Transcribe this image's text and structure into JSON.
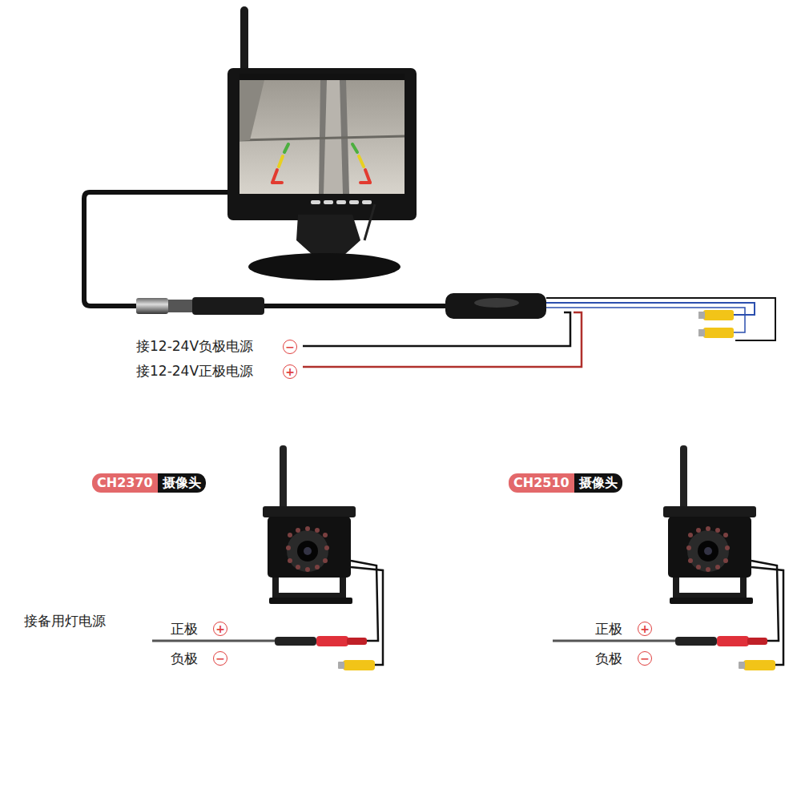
{
  "diagram": {
    "nodes": [
      {
        "text": [
          "CH2370"
        ]
      },
      {
        "text": [
          "摄像头"
        ]
      },
      {
        "text": [
          "CH2510"
        ]
      },
      {
        "text": [
          "摄像头"
        ]
      }
    ],
    "labels": [
      "接12-24V负极电源",
      "−",
      "接12-24V正极电源",
      "+",
      "接备用灯电源",
      "正极",
      "+",
      "负极",
      "−",
      "正极",
      "+",
      "负极",
      "−"
    ]
  }
}
